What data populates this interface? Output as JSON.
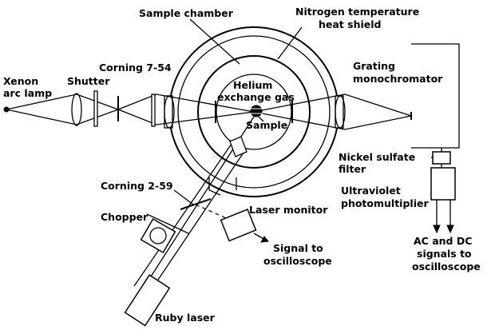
{
  "labels": {
    "sample_chamber": "Sample chamber",
    "nitrogen_1": "Nitrogen temperature",
    "nitrogen_2": "heat shield",
    "xenon_1": "Xenon",
    "xenon_2": "arc lamp",
    "shutter": "Shutter",
    "corning_754": "Corning 7-54",
    "helium_1": "Helium",
    "helium_2": "exchange gas",
    "sample": "Sample",
    "grating_1": "Grating",
    "grating_2": "monochromator",
    "nickel_1": "Nickel sulfate",
    "nickel_2": "filter",
    "uv_1": "Ultraviolet",
    "uv_2": "photomultiplier",
    "corning_259": "Corning 2-59",
    "laser_monitor": "Laser monitor",
    "chopper": "Chopper",
    "signal_1": "Signal to",
    "signal_2": "oscilloscope",
    "acdc_1": "AC and DC",
    "acdc_2": "signals to",
    "acdc_3": "oscilloscope",
    "ruby_laser": "Ruby laser"
  }
}
